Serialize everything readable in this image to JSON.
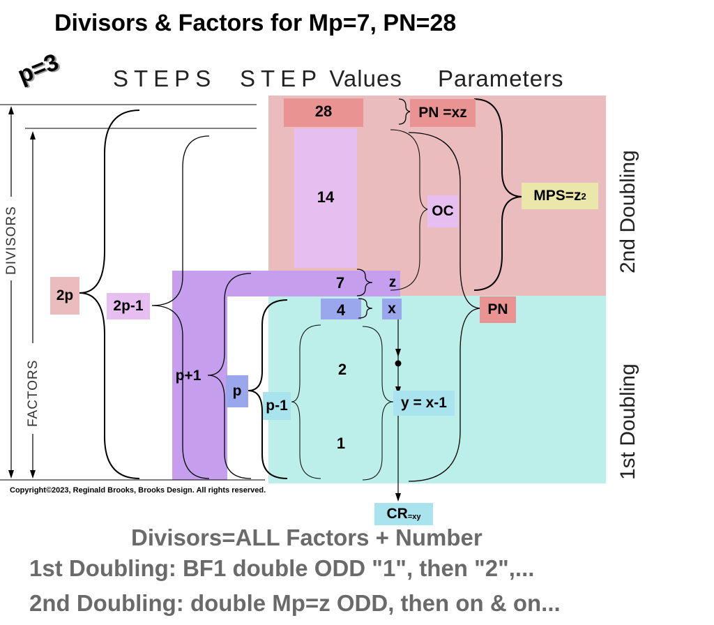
{
  "title": "Divisors & Factors for Mp=7, PN=28",
  "p_label": "p=3",
  "headers": {
    "steps": "STEPS",
    "step_values_a": "STEP",
    "step_values_b": "Values",
    "parameters": "Parameters"
  },
  "side_labels": {
    "divisors": "DIVISORS",
    "factors": "FACTORS",
    "second_doubling": "2nd Doubling",
    "first_doubling": "1st Doubling"
  },
  "step_labels": {
    "two_p": "2p",
    "two_p_minus_1": "2p-1",
    "p_plus_1": "p+1",
    "p": "p",
    "p_minus_1": "p-1"
  },
  "values": {
    "v28": "28",
    "v14": "14",
    "v7": "7",
    "v4": "4",
    "v2": "2",
    "v1": "1"
  },
  "params": {
    "pn_xz": "PN =xz",
    "oc": "OC",
    "mps": "MPS=z",
    "mps_exp": "2",
    "z": "z",
    "x": "x",
    "y": "y = x-1",
    "pn": "PN",
    "cr": "CR",
    "cr_sub": "=xy"
  },
  "copyright": "Copyright©2023, Reginald Brooks, Brooks Design. All rights reserved.",
  "footer": [
    "Divisors=ALL Factors + Number",
    "1st Doubling: BF1 double ODD \"1\", then \"2\",...",
    "2nd Doubling: double Mp=z ODD, then on & on..."
  ],
  "colors": {
    "second_doubling_bg": "#ebbcbe",
    "first_doubling_bg": "#bdefea",
    "pn_box": "#e99393",
    "lilac": "#e6bff0",
    "purple": "#c69eee",
    "blue": "#9aa7ec",
    "cyan": "#a9e3ee",
    "yellow": "#ebe6a9"
  }
}
